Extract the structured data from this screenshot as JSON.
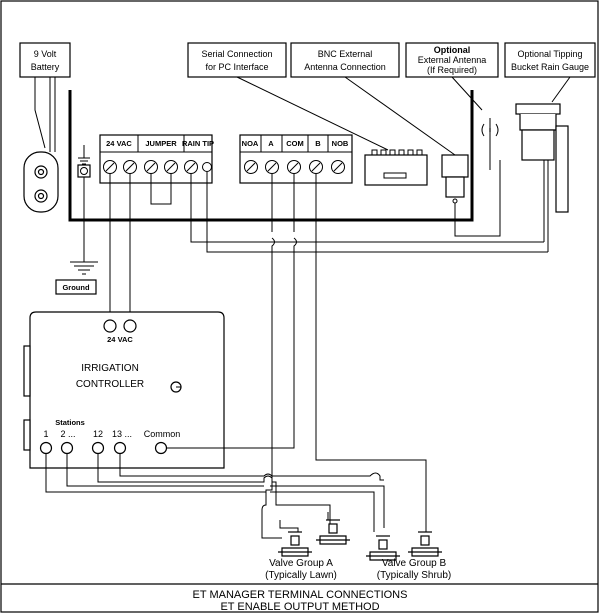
{
  "labels": {
    "battery_line1": "9 Volt",
    "battery_line2": "Battery",
    "serial_line1": "Serial Connection",
    "serial_line2": "for PC Interface",
    "bnc_line1": "BNC External",
    "bnc_line2": "Antenna Connection",
    "ext_antenna_line1": "Optional",
    "ext_antenna_line2": "External Antenna",
    "ext_antenna_line3": "(If Required)",
    "gauge_line1": "Optional Tipping",
    "gauge_line2": "Bucket Rain Gauge",
    "ground": "Ground",
    "controller_line1": "IRRIGATION",
    "controller_line2": "CONTROLLER",
    "controller_24vac": "24 VAC",
    "stations": "Stations",
    "st_1": "1",
    "st_2": "2 ...",
    "st_12": "12",
    "st_13": "13 ...",
    "common": "Common",
    "valve_a_line1": "Valve Group A",
    "valve_a_line2": "(Typically Lawn)",
    "valve_b_line1": "Valve Group B",
    "valve_b_line2": "(Typically Shrub)"
  },
  "terminal_block_left": [
    "24 VAC",
    "JUMPER",
    "RAIN TIP"
  ],
  "terminal_block_right": [
    "NOA",
    "A",
    "COM",
    "B",
    "NOB"
  ],
  "caption": {
    "line1": "ET MANAGER TERMINAL CONNECTIONS",
    "line2": "ET ENABLE OUTPUT METHOD"
  }
}
